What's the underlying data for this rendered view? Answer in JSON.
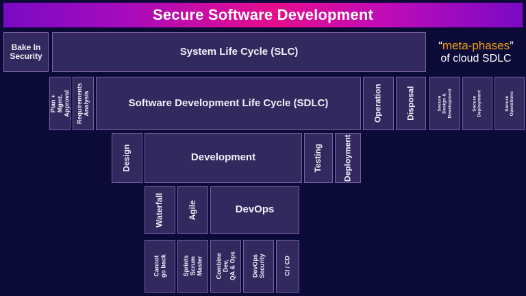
{
  "colors": {
    "background": "#0c0a37",
    "box_fill": "#322a5e",
    "box_border": "#7b5fa8",
    "title_gradient_start": "#7a0ac4",
    "title_gradient_mid": "#e60c8c",
    "title_gradient_end": "#7a0ac4",
    "accent_orange": "#f5a013",
    "text": "#ffffff"
  },
  "header": {
    "title": "Secure Software Development"
  },
  "row_slc": {
    "bake_in_security": "Bake In\nSecurity",
    "system_life_cycle": "System Life Cycle (SLC)",
    "meta_caption": {
      "open_quote": "“",
      "highlight": "meta-phases",
      "close_quote": "”",
      "line2": "of cloud SDLC"
    }
  },
  "row_sdlc": {
    "left_phases": [
      {
        "label": "Plan + Mgmt.\nApproval"
      },
      {
        "label": "Requirements\nAnalysis"
      }
    ],
    "center": "Software Development Life Cycle (SDLC)",
    "right_phases": [
      {
        "label": "Operation"
      },
      {
        "label": "Disposal"
      }
    ],
    "meta_phases": [
      {
        "label": "Secure\nDesign &\nDevelopment"
      },
      {
        "label": "Secure\nDeployment"
      },
      {
        "label": "Secure\nOperations"
      }
    ]
  },
  "row_development": {
    "items": [
      {
        "label": "Design",
        "orientation": "vertical"
      },
      {
        "label": "Development",
        "orientation": "horizontal"
      },
      {
        "label": "Testing",
        "orientation": "vertical"
      },
      {
        "label": "Deployment",
        "orientation": "vertical"
      }
    ]
  },
  "row_methodology": {
    "items": [
      {
        "label": "Waterfall",
        "orientation": "vertical"
      },
      {
        "label": "Agile",
        "orientation": "vertical"
      },
      {
        "label": "DevOps",
        "orientation": "horizontal"
      }
    ]
  },
  "row_attributes": {
    "items": [
      {
        "label": "Cannot go back"
      },
      {
        "label": "Sprints\nScrum Master"
      },
      {
        "label": "Combine Dev,\nQA & Ops"
      },
      {
        "label": "DevOps\nSecurity"
      },
      {
        "label": "CI / CD"
      }
    ]
  }
}
